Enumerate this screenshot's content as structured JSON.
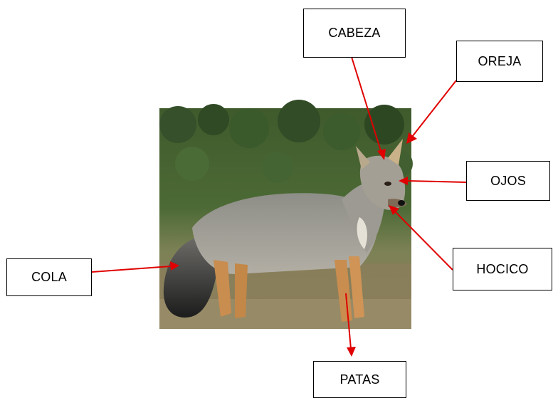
{
  "labels": {
    "cabeza": "CABEZA",
    "oreja": "OREJA",
    "ojos": "OJOS",
    "hocico": "HOCICO",
    "cola": "COLA",
    "patas": "PATAS"
  },
  "photo": {
    "subject": "fox-photo"
  },
  "colors": {
    "arrow": "#e00000",
    "box_border": "#000000"
  }
}
